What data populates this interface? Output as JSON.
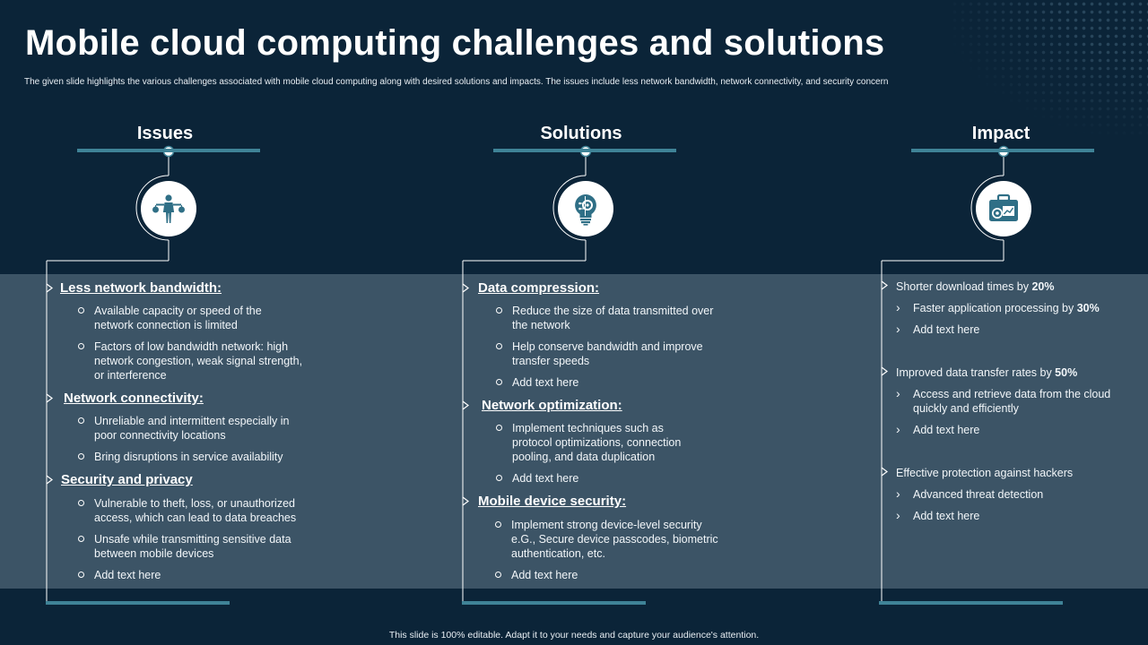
{
  "title": "Mobile cloud computing challenges and solutions",
  "subtitle": "The given slide highlights the various challenges associated with mobile cloud computing along with desired solutions and impacts. The issues include less network bandwidth, network connectivity, and security concern",
  "columns": {
    "issues": {
      "heading": "Issues",
      "icon": "person-balance-icon",
      "sections": [
        {
          "title": "Less network bandwidth:",
          "items": [
            "Available capacity or speed of the network connection is limited",
            "Factors of low bandwidth network: high network congestion, weak signal strength, or interference"
          ]
        },
        {
          "title": "Network connectivity:",
          "items": [
            "Unreliable and intermittent especially in poor connectivity locations",
            "Bring disruptions in service availability"
          ]
        },
        {
          "title": "Security and privacy",
          "items": [
            "Vulnerable to theft, loss, or unauthorized access, which can lead to data breaches",
            "Unsafe while transmitting sensitive data between mobile devices",
            "Add text here"
          ]
        }
      ]
    },
    "solutions": {
      "heading": "Solutions",
      "icon": "lightbulb-gear-icon",
      "sections": [
        {
          "title": "Data compression:",
          "items": [
            "Reduce the size of data transmitted over the network",
            "Help conserve bandwidth and improve transfer speeds",
            "Add text here"
          ]
        },
        {
          "title": "Network optimization:",
          "items": [
            "Implement techniques such as protocol optimizations, connection pooling, and data duplication",
            "Add text here"
          ]
        },
        {
          "title": "Mobile device security:",
          "items": [
            "Implement strong device-level security e.G., Secure device passcodes, biometric authentication, etc.",
            "Add text here"
          ]
        }
      ]
    },
    "impact": {
      "heading": "Impact",
      "icon": "briefcase-gear-icon",
      "sections": [
        {
          "text": "Shorter download times by ",
          "value": "20%",
          "items": [
            {
              "text": "Faster application processing  by ",
              "value": "30%"
            },
            {
              "text": "Add text here"
            }
          ]
        },
        {
          "text": "Improved  data transfer rates by ",
          "value": "50%",
          "items": [
            {
              "text": "Access and retrieve  data from the cloud quickly and efficiently"
            },
            {
              "text": "Add text here"
            }
          ]
        },
        {
          "text": "Effective protection against hackers",
          "items": [
            {
              "text": "Advanced threat detection"
            },
            {
              "text": "Add text here"
            }
          ]
        }
      ]
    }
  },
  "footer": "This slide is 100% editable. Adapt it to your needs and capture your audience's attention.",
  "colors": {
    "background": "#0b2438",
    "band": "#3c5466",
    "accent": "#3f8397",
    "icon": "#2f6f86",
    "text": "#ffffff"
  }
}
